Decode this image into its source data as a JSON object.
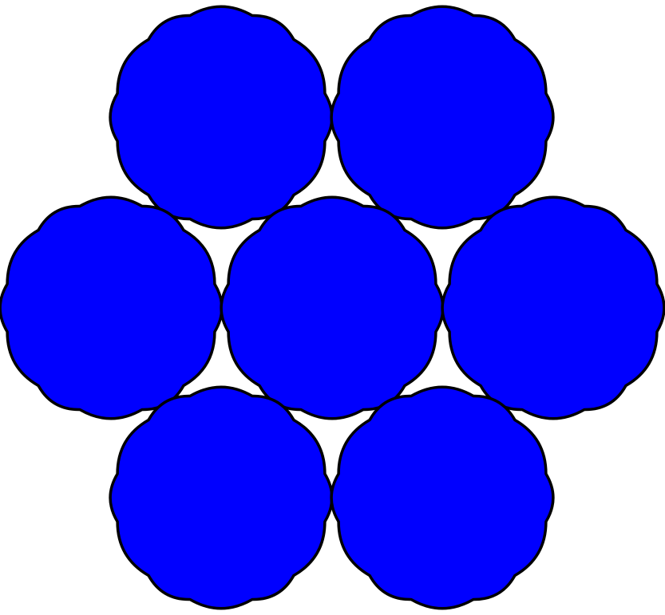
{
  "diagram": {
    "shape": "rounded-hexagon",
    "arrangement": "hexagonal-cluster",
    "count": 7,
    "fill_color": "#0000ff",
    "stroke_color": "#000000",
    "background_color": "#ffffff",
    "cells": [
      {
        "role": "top-left"
      },
      {
        "role": "top-right"
      },
      {
        "role": "middle-left"
      },
      {
        "role": "center"
      },
      {
        "role": "middle-right"
      },
      {
        "role": "bottom-left"
      },
      {
        "role": "bottom-right"
      }
    ]
  }
}
